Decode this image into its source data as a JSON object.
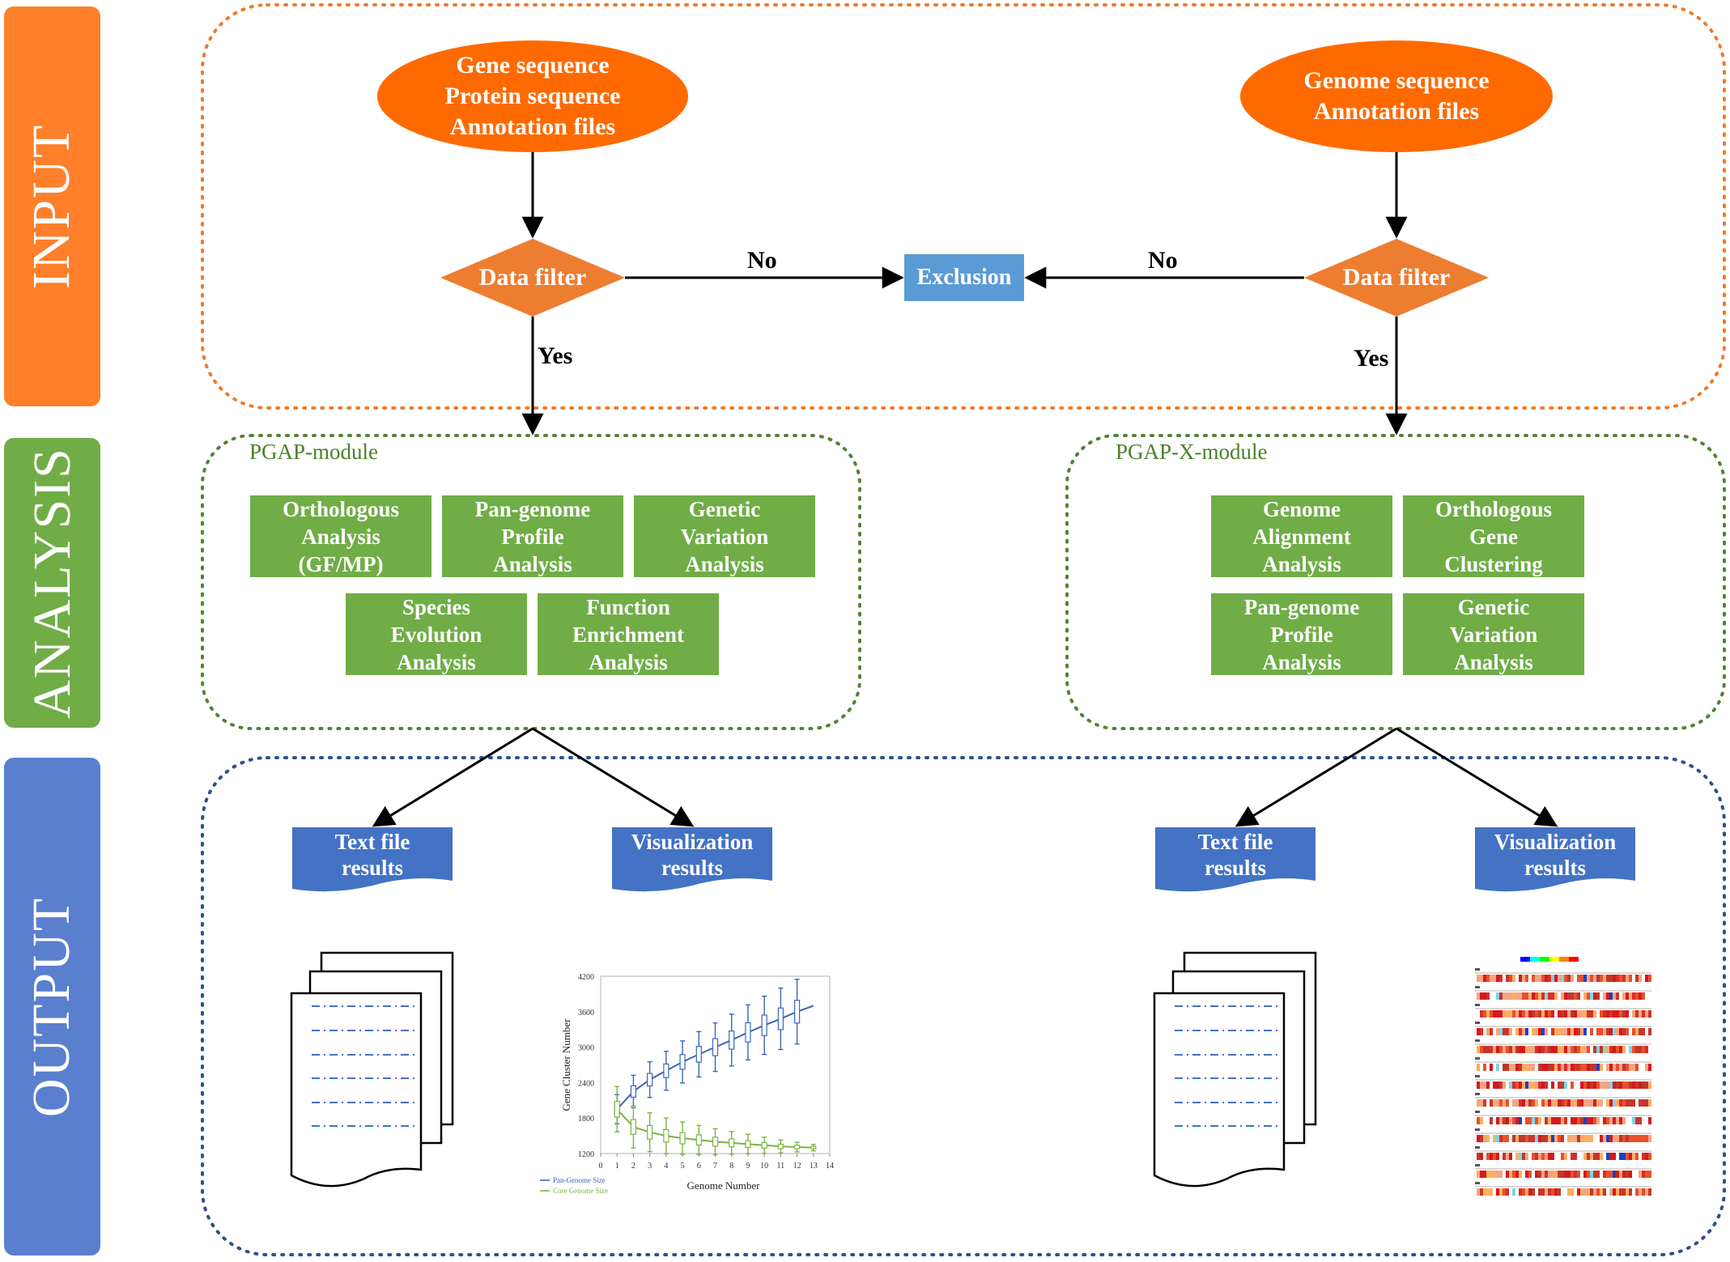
{
  "sections": {
    "input": {
      "label": "INPUT",
      "color": "#ff7f2a"
    },
    "analysis": {
      "label": "ANALYSIS",
      "color": "#70ad47"
    },
    "output": {
      "label": "OUTPUT",
      "color": "#5b7fcf"
    }
  },
  "input": {
    "left_source": [
      "Gene sequence",
      "Protein sequence",
      "Annotation files"
    ],
    "right_source": [
      "Genome sequence",
      "Annotation files"
    ],
    "left_filter": "Data filter",
    "right_filter": "Data filter",
    "exclusion": "Exclusion",
    "no_left": "No",
    "no_right": "No",
    "yes_left": "Yes",
    "yes_right": "Yes"
  },
  "analysis": {
    "pgap": {
      "title": "PGAP-module",
      "modules": [
        [
          "Orthologous",
          "Analysis",
          "(GF/MP)"
        ],
        [
          "Pan-genome",
          "Profile",
          "Analysis"
        ],
        [
          "Genetic",
          "Variation",
          "Analysis"
        ],
        [
          "Species",
          "Evolution",
          "Analysis"
        ],
        [
          "Function",
          "Enrichment",
          "Analysis"
        ]
      ]
    },
    "pgapx": {
      "title": "PGAP-X-module",
      "modules": [
        [
          "Genome",
          "Alignment",
          "Analysis"
        ],
        [
          "Orthologous",
          "Gene",
          "Clustering"
        ],
        [
          "Pan-genome",
          "Profile",
          "Analysis"
        ],
        [
          "Genetic",
          "Variation",
          "Analysis"
        ]
      ]
    }
  },
  "output": {
    "left_text": [
      "Text file",
      "results"
    ],
    "left_vis": [
      "Visualization",
      "results"
    ],
    "right_text": [
      "Text file",
      "results"
    ],
    "right_vis": [
      "Visualization",
      "results"
    ]
  },
  "chart_data": {
    "type": "line",
    "xlabel": "Genome Number",
    "ylabel": "Gene Cluster Number",
    "xlim": [
      0,
      14
    ],
    "ylim": [
      1200,
      4200
    ],
    "x_ticks": [
      "0",
      "1",
      "2",
      "3",
      "4",
      "5",
      "6",
      "7",
      "8",
      "9",
      "10",
      "11",
      "12",
      "13",
      "14"
    ],
    "y_ticks": [
      "1200",
      "1800",
      "2400",
      "3000",
      "3600",
      "4200"
    ],
    "series": [
      {
        "name": "Pan-Genome Size",
        "color": "#3a66b8",
        "x": [
          1,
          2,
          3,
          4,
          5,
          6,
          7,
          8,
          9,
          10,
          11,
          12,
          13
        ],
        "values": [
          1950,
          2250,
          2450,
          2600,
          2750,
          2880,
          3000,
          3120,
          3250,
          3370,
          3480,
          3600,
          3700
        ]
      },
      {
        "name": "Core Genome Size",
        "color": "#7cb342",
        "x": [
          1,
          2,
          3,
          4,
          5,
          6,
          7,
          8,
          9,
          10,
          11,
          12,
          13
        ],
        "values": [
          1950,
          1650,
          1560,
          1500,
          1460,
          1430,
          1400,
          1380,
          1360,
          1340,
          1320,
          1310,
          1300
        ]
      }
    ]
  }
}
